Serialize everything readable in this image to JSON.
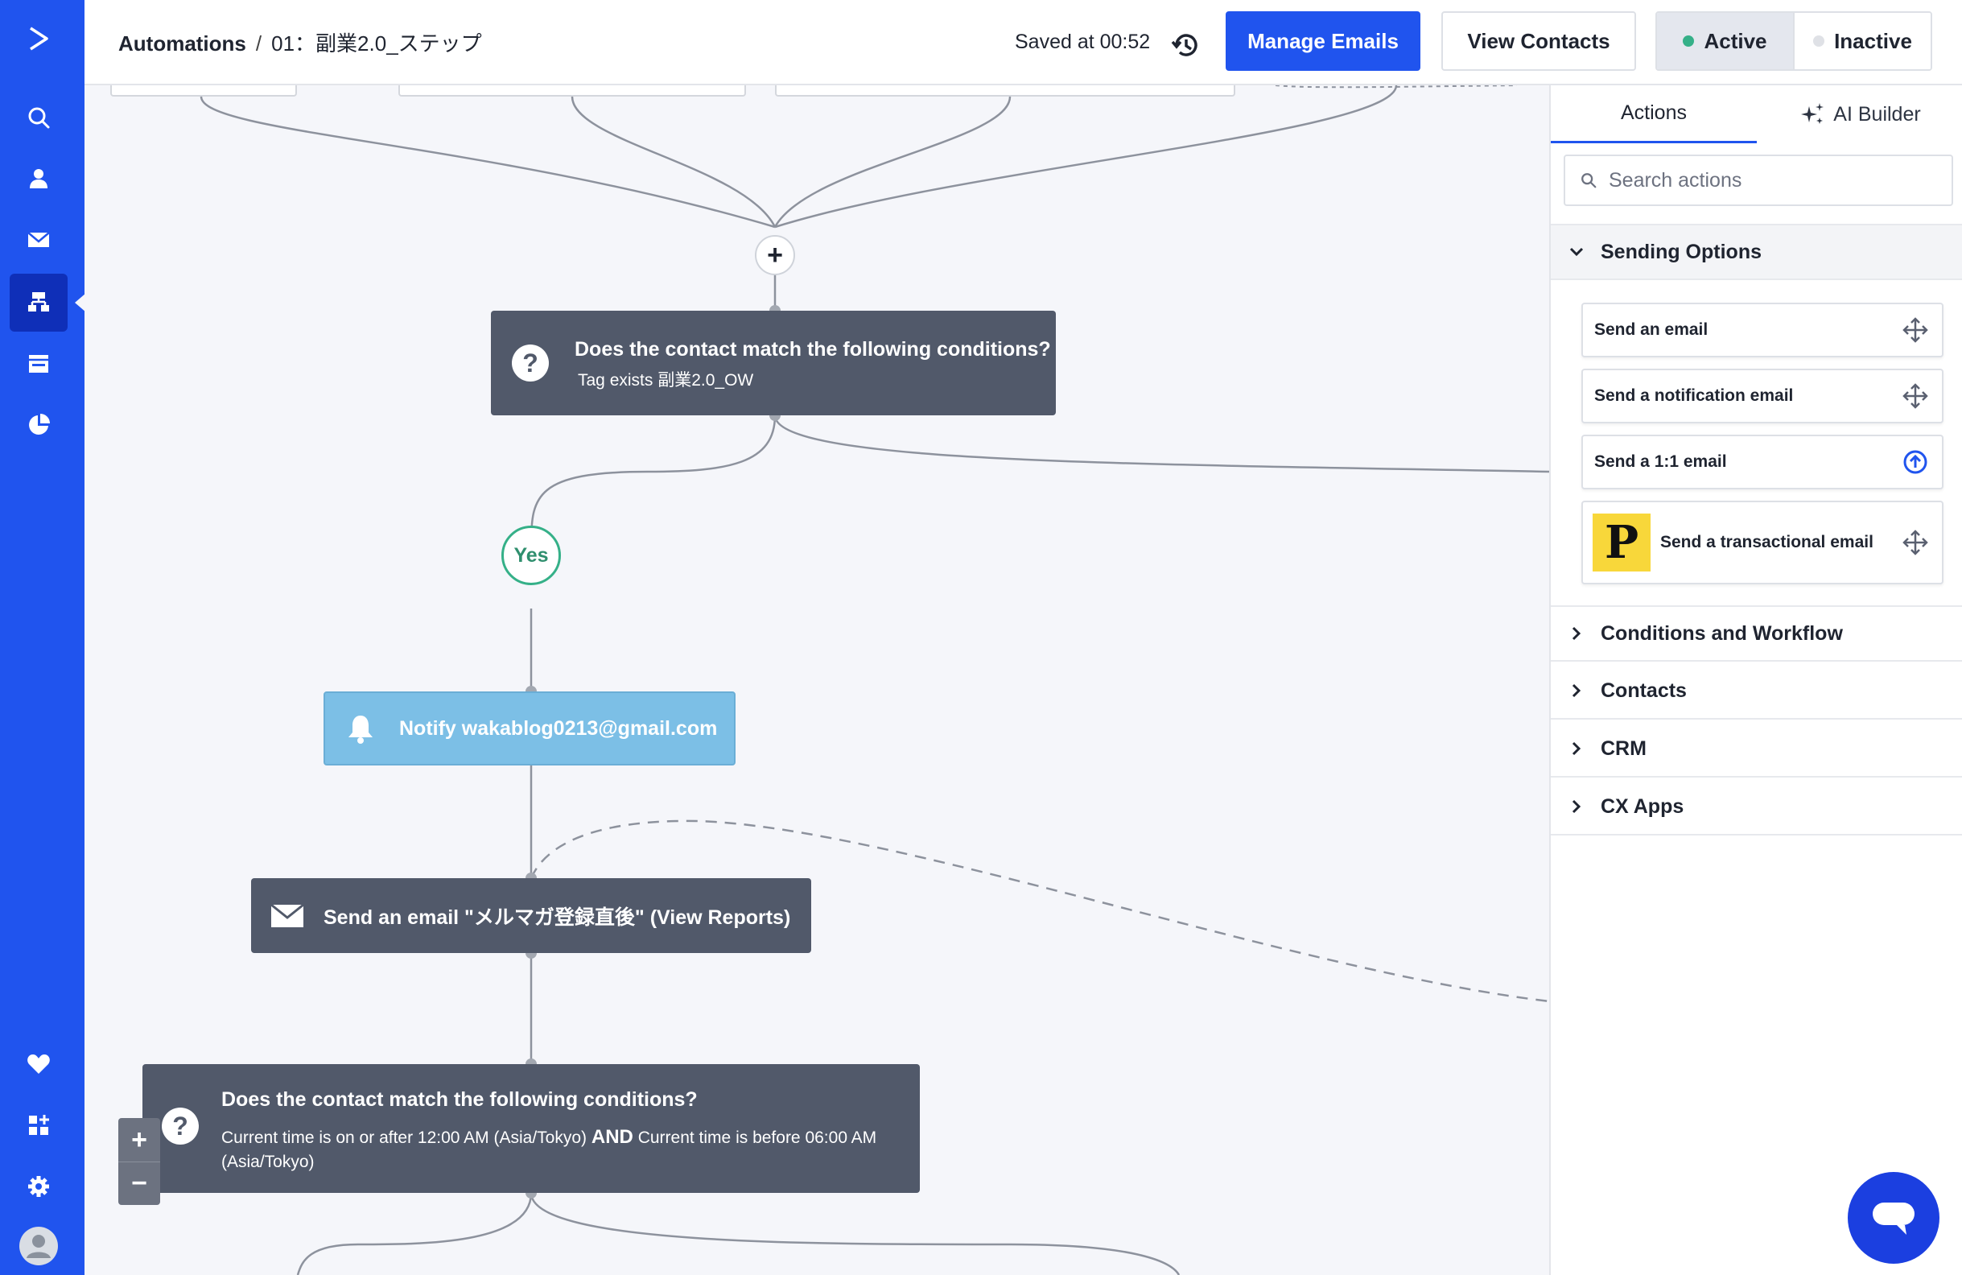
{
  "app": {
    "brand_color": "#2054ee",
    "breadcrumb_root": "Automations",
    "breadcrumb_sep": "/",
    "breadcrumb_current": "01：副業2.0_ステップ",
    "saved_text": "Saved at 00:52"
  },
  "header": {
    "manage_emails": "Manage Emails",
    "view_contacts": "View Contacts",
    "status_active": "Active",
    "status_inactive": "Inactive",
    "active_dot_color": "#35b088",
    "inactive_dot_color": "#dfe1e6"
  },
  "rail": {
    "items": [
      "search-icon",
      "contacts-icon",
      "email-icon",
      "automations-icon",
      "campaigns-icon",
      "reports-icon"
    ],
    "bottom_items": [
      "heart-icon",
      "apps-icon",
      "settings-icon",
      "avatar-icon"
    ]
  },
  "flow": {
    "condition1": {
      "title": "Does the contact match the following conditions?",
      "subtitle": "Tag exists 副業2.0_OW"
    },
    "yes_label": "Yes",
    "notify": {
      "text": "Notify wakablog0213@gmail.com",
      "color": "#7cbfe6"
    },
    "send_email": {
      "text": "Send an email \"メルマガ登録直後\" (View Reports)"
    },
    "condition2": {
      "title": "Does the contact match the following conditions?",
      "part1": "Current time is on or after 12:00 AM (Asia/Tokyo)",
      "joiner": "AND",
      "part2": "Current time is before 06:00 AM (Asia/Tokyo)"
    },
    "plus": "+",
    "zoom_in": "+",
    "zoom_out": "−"
  },
  "panel": {
    "tab_actions": "Actions",
    "tab_ai": "AI Builder",
    "search_placeholder": "Search actions",
    "sending_options": "Sending Options",
    "cards": [
      "Send an email",
      "Send a notification email",
      "Send a 1:1 email",
      "Send a transactional email"
    ],
    "transactional_logo_letter": "P",
    "sections": [
      "Conditions and Workflow",
      "Contacts",
      "CRM",
      "CX Apps"
    ]
  }
}
